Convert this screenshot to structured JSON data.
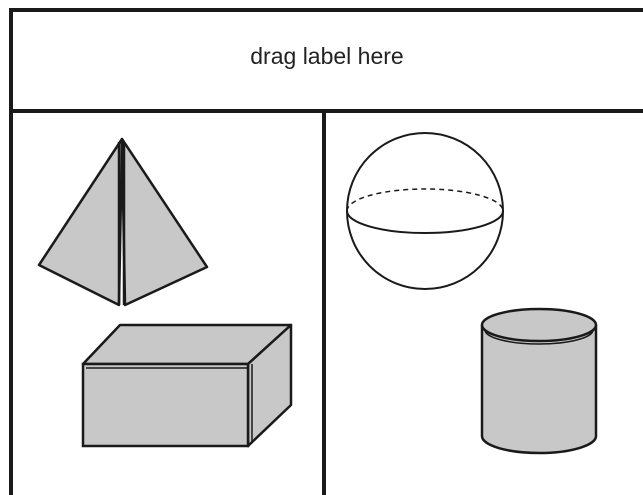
{
  "drop_zone": {
    "label": "drag label here"
  },
  "colors": {
    "shape_fill": "#c8c8c8",
    "stroke": "#1a1a1a",
    "background": "#ffffff"
  },
  "shapes": {
    "left_group": [
      "pyramid",
      "rectangular-prism"
    ],
    "right_group": [
      "sphere",
      "cylinder"
    ]
  }
}
